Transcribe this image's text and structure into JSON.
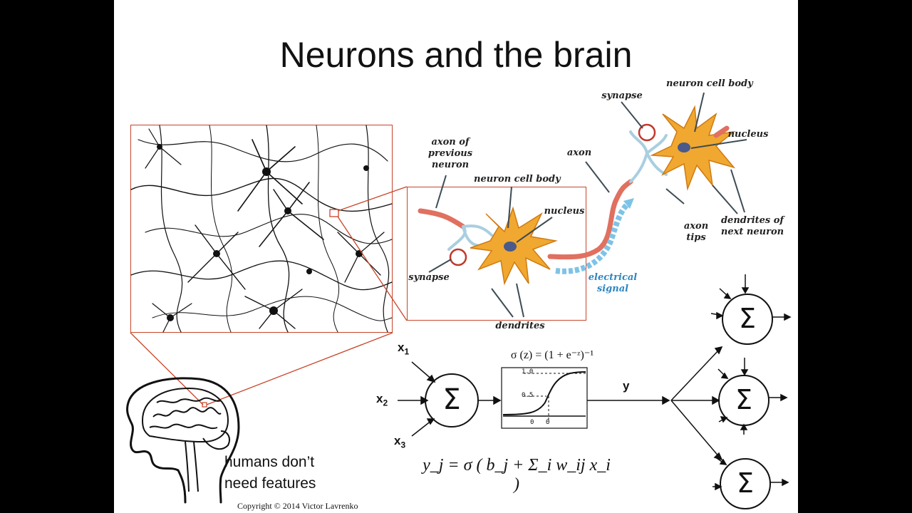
{
  "slide": {
    "title": "Neurons and the brain",
    "caption_line1": "humans don’t",
    "caption_line2": "need features",
    "copyright": "Copyright © 2014 Victor Lavrenko"
  },
  "neuron_labels": {
    "axon_of_previous_neuron": [
      "axon of",
      "previous",
      "neuron"
    ],
    "neuron_cell_body_left": "neuron cell body",
    "nucleus_left": "nucleus",
    "synapse_left": "synapse",
    "dendrites": "dendrites",
    "electrical_signal": [
      "electrical",
      "signal"
    ],
    "axon": "axon",
    "synapse_right": "synapse",
    "neuron_cell_body_right": "neuron cell body",
    "nucleus_right": "nucleus",
    "axon_tips": [
      "axon",
      "tips"
    ],
    "dendrites_of_next_neuron": [
      "dendrites of",
      "next neuron"
    ]
  },
  "model": {
    "x1": "x",
    "x1_sub": "1",
    "x2": "x",
    "x2_sub": "2",
    "x3": "x",
    "x3_sub": "3",
    "sum_symbol": "Σ",
    "output": "y",
    "sigmoid_formula": "σ (z) = (1 + e⁻ᶻ)⁻¹",
    "sigmoid_ticks": {
      "y_high": "1.0",
      "y_mid": "0.5",
      "x_zero": "0",
      "x_theta": "Θ"
    },
    "output_formula": "y_j = σ ( b_j + Σ_i w_ij x_i )"
  },
  "colors": {
    "highlight_box": "#c8452a",
    "neuron_body": "#f0a830",
    "neuron_outline": "#d07a10",
    "nucleus": "#4a5a8a",
    "axon": "#e07060",
    "signal_arrow": "#7ec3e6",
    "dendrite_tip": "#a9cfe0"
  }
}
